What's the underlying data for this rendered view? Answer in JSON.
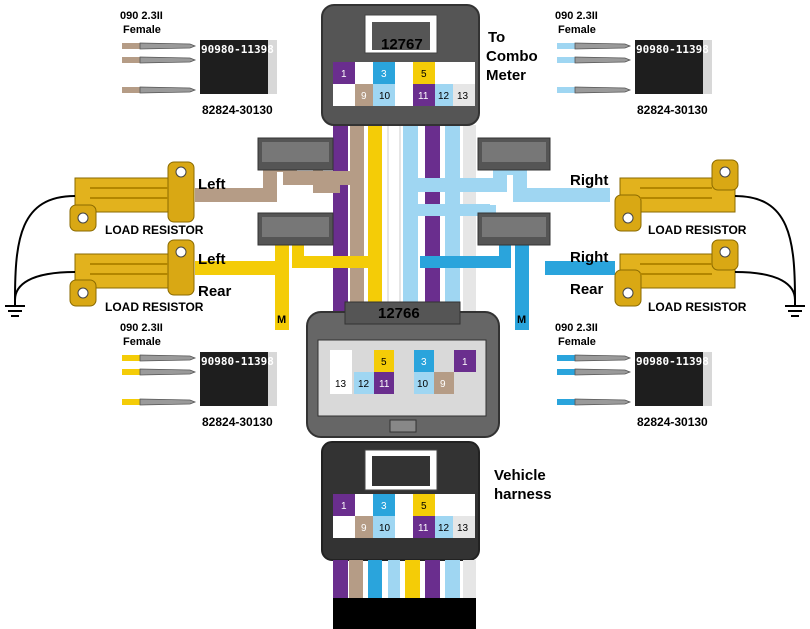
{
  "colors": {
    "purple": "#6a2e8e",
    "tan": "#b59c86",
    "yellow": "#f4cc07",
    "lightblue": "#9fd6f2",
    "blue": "#2aa4dc",
    "white": "#ffffff",
    "gray": "#e6e6e6",
    "resistor": "#e2b21d",
    "connector": "#555555"
  },
  "top_connector": {
    "id": "12767",
    "title_line1": "To",
    "title_line2": "Combo",
    "title_line3": "Meter",
    "pins": [
      "1",
      "3",
      "5",
      "9",
      "10",
      "11",
      "12",
      "13"
    ]
  },
  "middle_connector": {
    "id": "12766",
    "pins": [
      "5",
      "3",
      "1",
      "13",
      "12",
      "11",
      "10",
      "9"
    ]
  },
  "bottom_connector": {
    "title_line1": "Vehicle",
    "title_line2": "harness",
    "pins": [
      "1",
      "3",
      "5",
      "9",
      "10",
      "11",
      "12",
      "13"
    ]
  },
  "side_labels": {
    "left_top": "Left",
    "left_bottom_1": "Left",
    "left_bottom_2": "Rear",
    "right_top": "Right",
    "right_bottom_1": "Right",
    "right_bottom_2": "Rear"
  },
  "resistor_label": "LOAD RESISTOR",
  "mark_m": "M",
  "terminal_panels": [
    {
      "title1": "090 2.3II",
      "title2": "Female",
      "part1": "90980-11398",
      "part2": "82824-30130",
      "wire": "tan"
    },
    {
      "title1": "090 2.3II",
      "title2": "Female",
      "part1": "90980-11398",
      "part2": "82824-30130",
      "wire": "lightblue"
    },
    {
      "title1": "090 2.3II",
      "title2": "Female",
      "part1": "90980-11398",
      "part2": "82824-30130",
      "wire": "yellow"
    },
    {
      "title1": "090 2.3II",
      "title2": "Female",
      "part1": "90980-11398",
      "part2": "82824-30130",
      "wire": "blue"
    }
  ]
}
